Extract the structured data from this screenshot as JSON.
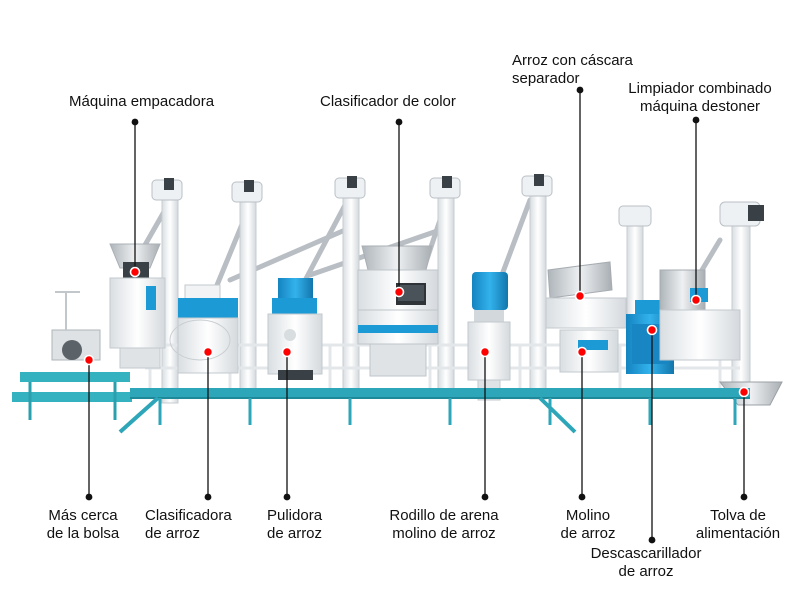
{
  "diagram": {
    "labels": [
      {
        "id": "packing_machine",
        "line1": "Máquina empacadora",
        "line2": ""
      },
      {
        "id": "color_sorter",
        "line1": "Clasificador de color",
        "line2": ""
      },
      {
        "id": "paddy_separator",
        "line1": "Arroz con cáscara",
        "line2": "separador"
      },
      {
        "id": "combined_cleaner",
        "line1": "Limpiador combinado",
        "line2": "máquina destoner"
      },
      {
        "id": "bag_closer",
        "line1": "Más cerca",
        "line2": "de la bolsa"
      },
      {
        "id": "rice_grader",
        "line1": "Clasificadora",
        "line2": "de arroz"
      },
      {
        "id": "rice_polisher",
        "line1": "Pulidora",
        "line2": "de arroz"
      },
      {
        "id": "sand_roller",
        "line1": "Rodillo de arena",
        "line2": "molino de arroz"
      },
      {
        "id": "rice_mill",
        "line1": "Molino",
        "line2": "de arroz"
      },
      {
        "id": "rice_huller",
        "line1": "Descascarillador",
        "line2": "de arroz"
      },
      {
        "id": "feed_hopper",
        "line1": "Tolva de",
        "line2": "alimentación"
      }
    ],
    "colors": {
      "leader": "#111111",
      "dot_fill": "#ff0000",
      "frame": "#f2f4f5",
      "platform": "#2ca6b8",
      "machine_blue": "#1c9ad6",
      "ladder": "#f7f8f9"
    }
  }
}
